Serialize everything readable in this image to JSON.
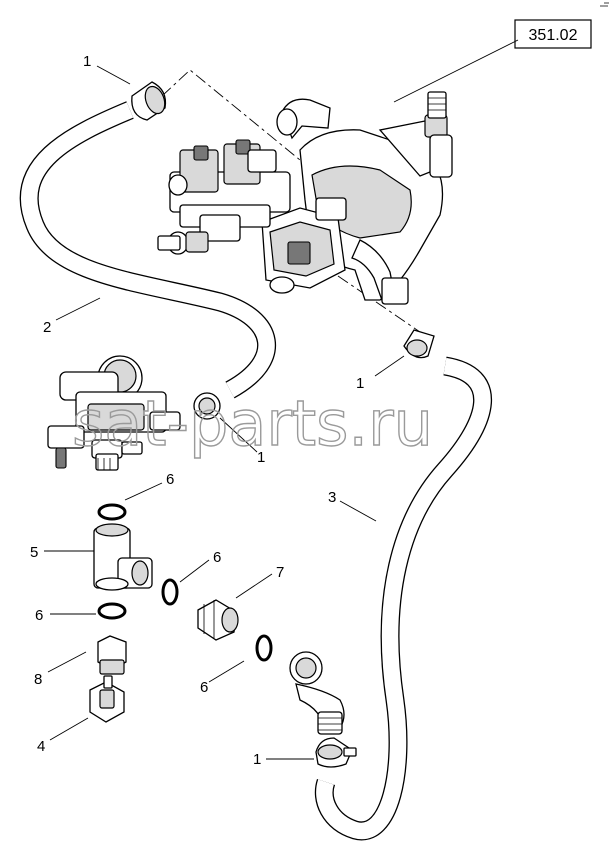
{
  "reference_box": "351.02",
  "watermark": "sat-parts.ru",
  "callouts": [
    {
      "id": "c1a",
      "text": "1"
    },
    {
      "id": "c2",
      "text": "2"
    },
    {
      "id": "c1b",
      "text": "1"
    },
    {
      "id": "c1c",
      "text": "1"
    },
    {
      "id": "c6a",
      "text": "6"
    },
    {
      "id": "c3",
      "text": "3"
    },
    {
      "id": "c5",
      "text": "5"
    },
    {
      "id": "c6b",
      "text": "6"
    },
    {
      "id": "c7",
      "text": "7"
    },
    {
      "id": "c6c",
      "text": "6"
    },
    {
      "id": "c8",
      "text": "8"
    },
    {
      "id": "c6d",
      "text": "6"
    },
    {
      "id": "c4",
      "text": "4"
    },
    {
      "id": "c1d",
      "text": "1"
    }
  ]
}
